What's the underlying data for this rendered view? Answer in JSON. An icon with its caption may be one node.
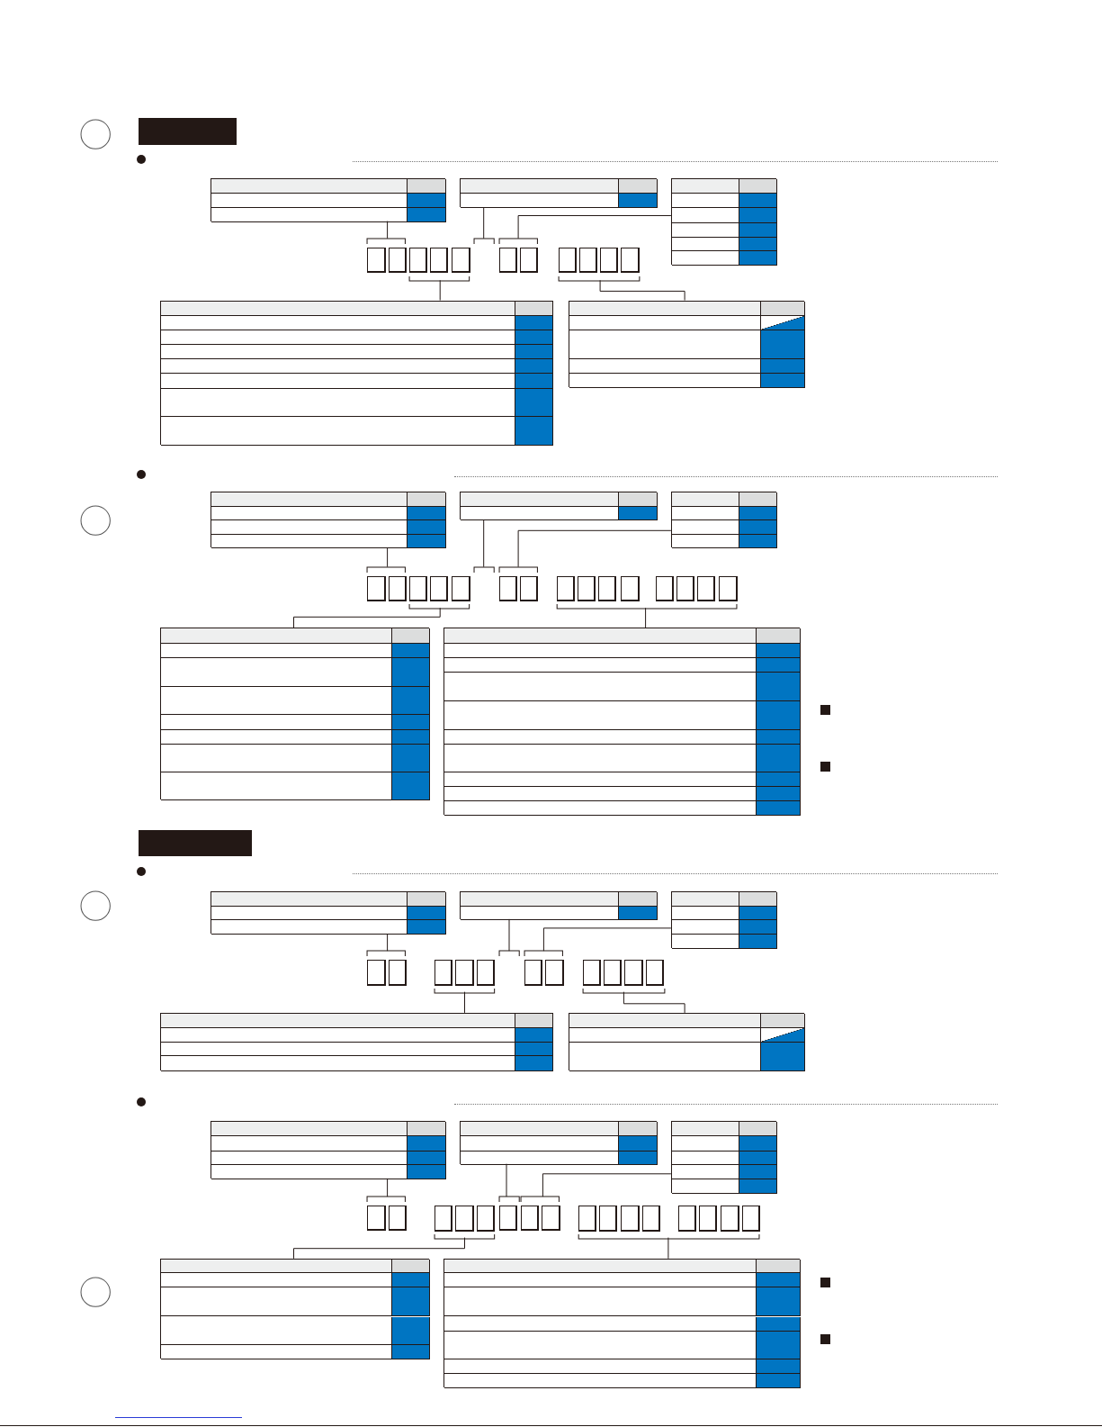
{
  "diagram": {
    "nodes": [
      {
        "text": [],
        "shape": "bar"
      },
      {
        "text": [],
        "shape": "table"
      },
      {
        "text": [],
        "shape": "table"
      },
      {
        "text": [],
        "shape": "table"
      },
      {
        "text": [],
        "shape": "box"
      },
      {
        "text": [],
        "shape": "box"
      },
      {
        "text": [],
        "shape": "box"
      },
      {
        "text": [],
        "shape": "box"
      },
      {
        "text": [],
        "shape": "box"
      },
      {
        "text": [],
        "shape": "table"
      },
      {
        "text": [],
        "shape": "table"
      },
      {
        "text": [],
        "shape": "table"
      },
      {
        "text": [],
        "shape": "table"
      },
      {
        "text": [],
        "shape": "table"
      },
      {
        "text": [],
        "shape": "box"
      },
      {
        "text": [],
        "shape": "box"
      },
      {
        "text": [],
        "shape": "box"
      },
      {
        "text": [],
        "shape": "box"
      },
      {
        "text": [],
        "shape": "box"
      },
      {
        "text": [],
        "shape": "table"
      },
      {
        "text": [],
        "shape": "table"
      },
      {
        "text": [],
        "shape": "bar"
      },
      {
        "text": [],
        "shape": "table"
      },
      {
        "text": [],
        "shape": "table"
      },
      {
        "text": [],
        "shape": "table"
      },
      {
        "text": [],
        "shape": "box"
      },
      {
        "text": [],
        "shape": "box"
      },
      {
        "text": [],
        "shape": "box"
      },
      {
        "text": [],
        "shape": "box"
      },
      {
        "text": [],
        "shape": "box"
      },
      {
        "text": [],
        "shape": "table"
      },
      {
        "text": [],
        "shape": "table"
      },
      {
        "text": [],
        "shape": "table"
      },
      {
        "text": [],
        "shape": "table"
      },
      {
        "text": [],
        "shape": "table"
      },
      {
        "text": [],
        "shape": "box"
      },
      {
        "text": [],
        "shape": "box"
      },
      {
        "text": [],
        "shape": "box"
      },
      {
        "text": [],
        "shape": "box"
      },
      {
        "text": [],
        "shape": "box"
      },
      {
        "text": [],
        "shape": "table"
      },
      {
        "text": [],
        "shape": "table"
      }
    ],
    "edges": [
      {
        "from": 1,
        "to": 4,
        "arrow": "none"
      },
      {
        "from": 2,
        "to": 5,
        "arrow": "none"
      },
      {
        "from": 3,
        "to": 6,
        "arrow": "none"
      },
      {
        "from": 7,
        "to": 9,
        "arrow": "none"
      },
      {
        "from": 8,
        "to": 10,
        "arrow": "none"
      },
      {
        "from": 11,
        "to": 14,
        "arrow": "none"
      },
      {
        "from": 12,
        "to": 15,
        "arrow": "none"
      },
      {
        "from": 13,
        "to": 16,
        "arrow": "none"
      },
      {
        "from": 17,
        "to": 19,
        "arrow": "none"
      },
      {
        "from": 18,
        "to": 20,
        "arrow": "none"
      },
      {
        "from": 22,
        "to": 25,
        "arrow": "none"
      },
      {
        "from": 23,
        "to": 26,
        "arrow": "none"
      },
      {
        "from": 24,
        "to": 27,
        "arrow": "none"
      },
      {
        "from": 28,
        "to": 30,
        "arrow": "none"
      },
      {
        "from": 29,
        "to": 31,
        "arrow": "none"
      },
      {
        "from": 32,
        "to": 35,
        "arrow": "none"
      },
      {
        "from": 33,
        "to": 36,
        "arrow": "none"
      },
      {
        "from": 34,
        "to": 37,
        "arrow": "none"
      },
      {
        "from": 38,
        "to": 40,
        "arrow": "none"
      },
      {
        "from": 39,
        "to": 41,
        "arrow": "none"
      }
    ]
  }
}
